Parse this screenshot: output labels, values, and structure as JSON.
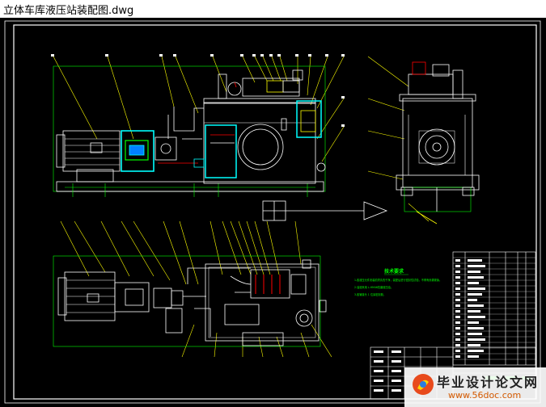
{
  "window": {
    "title": "立体车库液压站装配图.dwg"
  },
  "drawing": {
    "notes_title": "技术要求",
    "notes": [
      "1.各液压元件安装前须清洗干净，装配后进行密封性试验，不得有渗漏现象。",
      "2.油液采用 L-HM46抗磨液压油。",
      "3.各管接头 1 位涂密封胶。"
    ]
  },
  "watermark": {
    "text": "毕业设计论文网",
    "url": "www.56doc.com"
  },
  "colors": {
    "background": "#000000",
    "lines": "#ffffff",
    "cyan": "#00ffff",
    "green": "#00ff00",
    "yellow": "#ffff00",
    "red": "#ff0000"
  }
}
